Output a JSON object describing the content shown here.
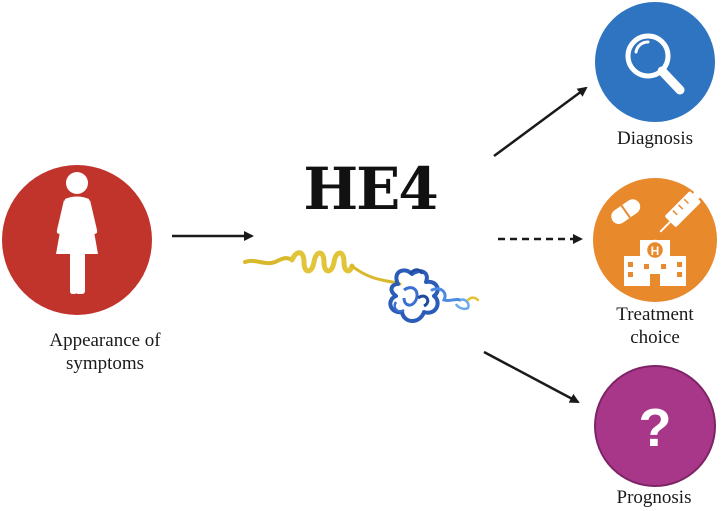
{
  "center": {
    "title": "HE4",
    "protein_icon": "protein-structure-icon"
  },
  "nodes": {
    "symptoms": {
      "label_line1": "Appearance of",
      "label_line2": "symptoms",
      "icon": "woman-icon",
      "color": "#c1342c"
    },
    "diagnosis": {
      "label": "Diagnosis",
      "icon": "magnifier-icon",
      "color": "#2f74c0"
    },
    "treatment": {
      "label_line1": "Treatment",
      "label_line2": "choice",
      "icon": "hospital-pills-syringe-icon",
      "color": "#e8892b"
    },
    "prognosis": {
      "label": "Prognosis",
      "icon": "question-mark-icon",
      "color": "#a8378a"
    }
  },
  "edges": [
    {
      "from": "symptoms",
      "to": "he4",
      "style": "solid"
    },
    {
      "from": "he4",
      "to": "diagnosis",
      "style": "solid"
    },
    {
      "from": "he4",
      "to": "treatment",
      "style": "dashed"
    },
    {
      "from": "he4",
      "to": "prognosis",
      "style": "solid"
    }
  ]
}
